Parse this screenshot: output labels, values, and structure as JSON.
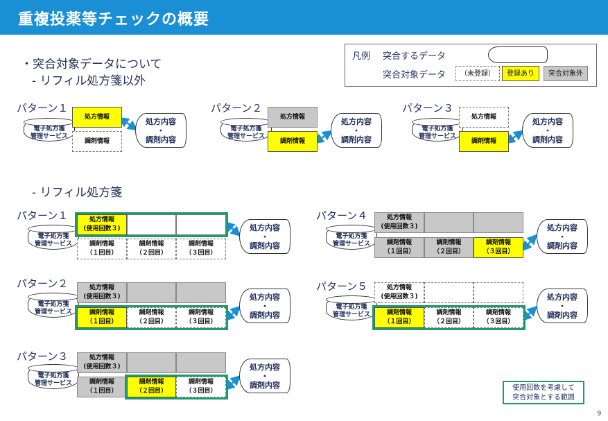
{
  "title": "重複投薬等チェックの概要",
  "bullet": "・突合対象データについて",
  "sub1": "- リフィル処方箋以外",
  "sub2": "- リフィル処方箋",
  "legend": {
    "label": "凡例",
    "row1": "突合するデータ",
    "row2": "突合対象データ",
    "unregistered": "（未登録）",
    "registered": "登録あり",
    "excluded": "突合対象外"
  },
  "db_label": [
    "電子処方箋",
    "管理サービス"
  ],
  "doc_label": [
    "処方内容",
    "・",
    "調剤内容"
  ],
  "top_patterns": [
    {
      "label": "パターン１",
      "rx": "処方情報",
      "disp": "調剤情報"
    },
    {
      "label": "パターン２",
      "rx": "処方情報",
      "disp": "調剤情報"
    },
    {
      "label": "パターン３",
      "rx": "処方情報",
      "disp": "調剤情報"
    }
  ],
  "refill": {
    "rx": [
      "処方情報",
      "(使用回数３)"
    ],
    "disp1": [
      "調剤情報",
      "（１回目）"
    ],
    "disp2": [
      "調剤情報",
      "（２回目）"
    ],
    "disp3": [
      "調剤情報",
      "（３回目）"
    ],
    "patterns": [
      "パターン１",
      "パターン２",
      "パターン３",
      "パターン４",
      "パターン５"
    ]
  },
  "note": [
    "使用回数を考慮して",
    "突合対象とする範囲"
  ],
  "page_number": "9",
  "colors": {
    "header": "#1a8fd6",
    "match": "#ffff00",
    "excluded": "#c8c8c8",
    "range": "#1f9a6d",
    "arrow": "#1a8fd6"
  }
}
